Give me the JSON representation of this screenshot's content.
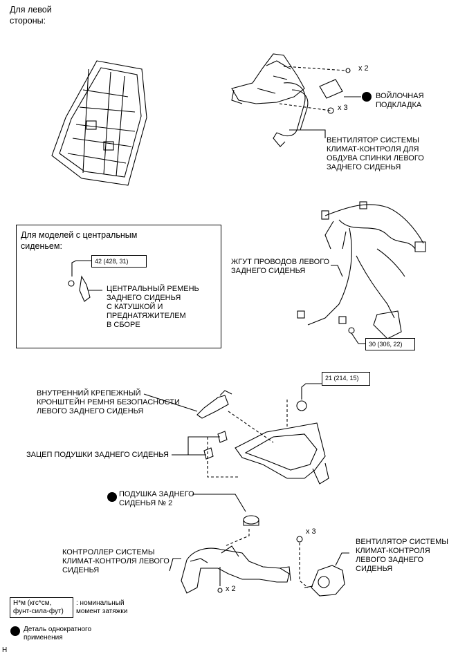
{
  "header": {
    "side_label": "Для левой\nстороны:"
  },
  "inset": {
    "title": "Для моделей с центральным\nсиденьем:",
    "torque": "42 (428, 31)",
    "belt_label": "ЦЕНТРАЛЬНЫЙ РЕМЕНЬ\nЗАДНЕГО СИДЕНЬЯ\nС КАТУШКОЙ И\nПРЕДНАТЯЖИТЕЛЕМ\nВ СБОРЕ"
  },
  "labels": {
    "qty_x2_top": "x 2",
    "qty_x3_top": "x 3",
    "felt_pad": "ВОЙЛОЧНАЯ\nПОДКЛАДКА",
    "blower_back": "ВЕНТИЛЯТОР СИСТЕМЫ\nКЛИМАТ-КОНТРОЛЯ ДЛЯ\nОБДУВА СПИНКИ ЛЕВОГО\nЗАДНЕГО СИДЕНЬЯ",
    "wire_harness": "ЖГУТ ПРОВОДОВ ЛЕВОГО\nЗАДНЕГО СИДЕНЬЯ",
    "torque_harness": "30 (306, 22)",
    "torque_bracket": "21 (214, 15)",
    "inner_bracket": "ВНУТРЕННИЙ КРЕПЕЖНЫЙ\nКРОНШТЕЙН РЕМНЯ БЕЗОПАСНОСТИ\nЛЕВОГО ЗАДНЕГО СИДЕНЬЯ",
    "cushion_hook": "ЗАЦЕП ПОДУШКИ ЗАДНЕГО СИДЕНЬЯ",
    "cushion_no2": "ПОДУШКА ЗАДНЕГО\nСИДЕНЬЯ № 2",
    "qty_x3_bottom": "x 3",
    "qty_x2_bottom": "x 2",
    "controller": "КОНТРОЛЛЕР СИСТЕМЫ\nКЛИМАТ-КОНТРОЛЯ ЛЕВОГО\nСИДЕНЬЯ",
    "blower_seat": "ВЕНТИЛЯТОР СИСТЕМЫ\nКЛИМАТ-КОНТРОЛЯ\nЛЕВОГО ЗАДНЕГО\nСИДЕНЬЯ"
  },
  "legend": {
    "unit_box": "Н*м (кгс*см,\nфунт-сила-фут)",
    "unit_desc": ": номинальный\nмомент затяжки",
    "single_use": "Деталь однократного\nприменения"
  },
  "footer": {
    "code": "H"
  }
}
